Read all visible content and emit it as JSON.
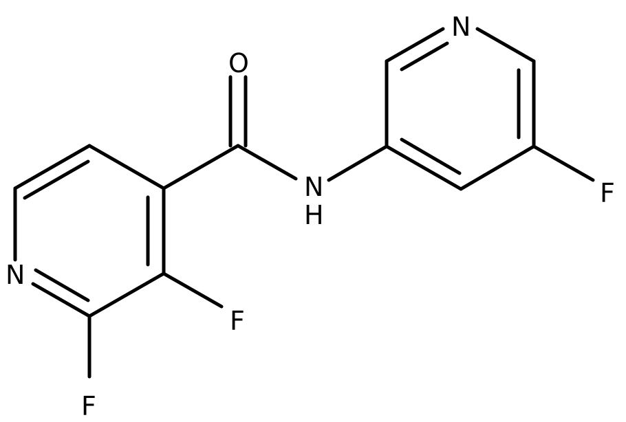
{
  "structure": {
    "atom_labels": {
      "n1": "N",
      "o1": "O",
      "nh_n": "N",
      "nh_h": "H",
      "n2": "N",
      "f_right": "F",
      "f_mid": "F",
      "f_bottom": "F"
    }
  }
}
